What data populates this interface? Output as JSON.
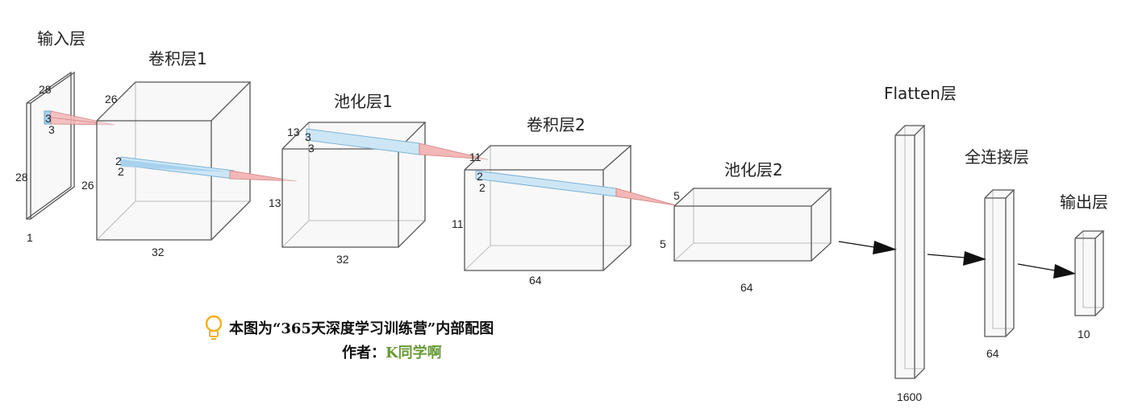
{
  "layers": {
    "input": {
      "title": "输入层",
      "height": "28",
      "width": "28",
      "channels": "1",
      "kernel_a": "3",
      "kernel_b": "3"
    },
    "conv1": {
      "title": "卷积层1",
      "depth": "26",
      "height": "26",
      "channels": "32",
      "kernel_a": "2",
      "kernel_b": "2"
    },
    "pool1": {
      "title": "池化层1",
      "depth": "13",
      "height": "13",
      "channels": "32",
      "kernel_a": "3",
      "kernel_b": "3"
    },
    "conv2": {
      "title": "卷积层2",
      "depth": "11",
      "height": "11",
      "channels": "64",
      "kernel_a": "2",
      "kernel_b": "2"
    },
    "pool2": {
      "title": "池化层2",
      "depth": "5",
      "height": "5",
      "channels": "64"
    },
    "flatten": {
      "title": "Flatten层",
      "units": "1600"
    },
    "dense": {
      "title": "全连接层",
      "units": "64"
    },
    "output": {
      "title": "输出层",
      "units": "10"
    }
  },
  "note": {
    "line1": "本图为“365天深度学习训练营”内部配图",
    "author_label": "作者：",
    "author_name": "K同学啊"
  },
  "colors": {
    "edge": "#555555",
    "kernel_blue": "#cde6f5",
    "kernel_red": "#f6c9c9",
    "arrow": "#111111",
    "credit": "#6a9a3a",
    "bulb": "#f2b01e"
  }
}
